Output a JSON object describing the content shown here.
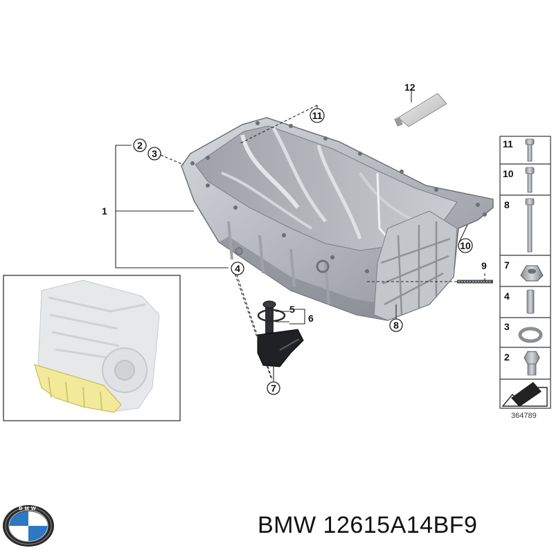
{
  "diagram": {
    "callouts": [
      "1",
      "2",
      "3",
      "4",
      "5",
      "6",
      "7",
      "8",
      "9",
      "10",
      "11",
      "12"
    ],
    "legend_items": [
      {
        "num": "11",
        "icon": "bolt-icon"
      },
      {
        "num": "10",
        "icon": "bolt-icon"
      },
      {
        "num": "8",
        "icon": "long-bolt-icon"
      },
      {
        "num": "7",
        "icon": "hex-nut-icon"
      },
      {
        "num": "4",
        "icon": "dowel-pin-icon"
      },
      {
        "num": "3",
        "icon": "sealing-ring-icon"
      },
      {
        "num": "2",
        "icon": "drain-plug-icon"
      }
    ],
    "reference_number": "364789"
  },
  "branding": {
    "logo_letters": "BMW",
    "caption": "BMW 12615A14BF9"
  },
  "colors": {
    "pan_body": "#b9bdc2",
    "pan_shadow": "#8d9197",
    "engine_highlight": "#f3e99a"
  }
}
